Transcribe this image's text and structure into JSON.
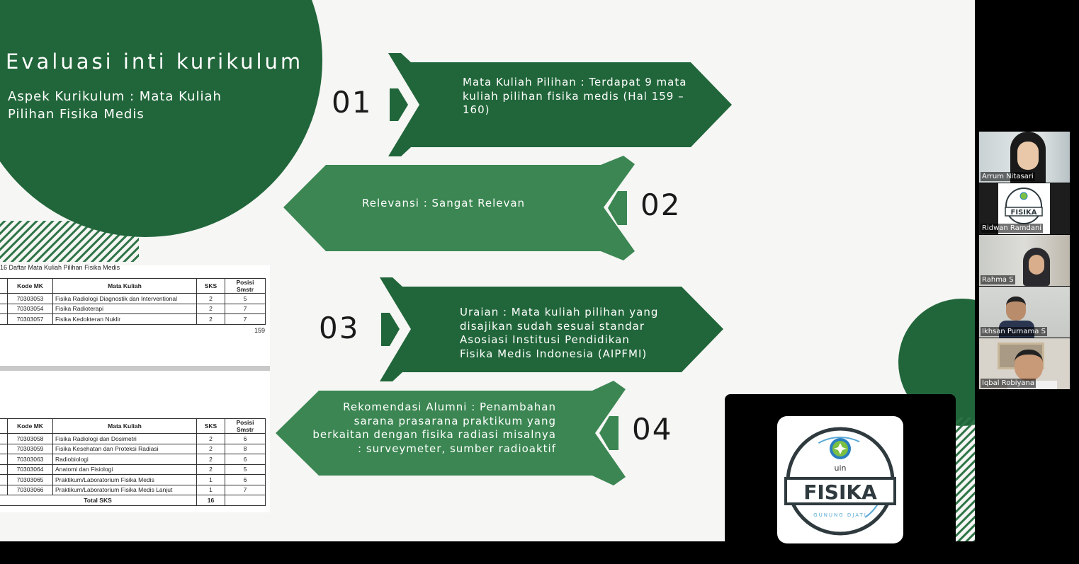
{
  "slide": {
    "title": "Evaluasi inti kurikulum",
    "subtitle": "Aspek Kurikulum : Mata Kuliah Pilihan Fisika Medis",
    "colors": {
      "dark_green": "#21663a",
      "light_green": "#3b8652"
    },
    "items": [
      {
        "number": "01",
        "text": "Mata Kuliah Pilihan : Terdapat 9 mata kuliah pilihan fisika medis (Hal 159 – 160)"
      },
      {
        "number": "02",
        "text": "Relevansi : Sangat Relevan"
      },
      {
        "number": "03",
        "text": "Uraian : Mata kuliah pilihan yang disajikan sudah sesuai standar Asosiasi Institusi Pendidikan Fisika Medis Indonesia (AIPFMI)"
      },
      {
        "number": "04",
        "text": "Rekomendasi Alumni : Penambahan sarana prasarana praktikum yang berkaitan dengan fisika radiasi misalnya : surveymeter, sumber radioaktif"
      }
    ]
  },
  "document": {
    "caption": "16 Daftar Mata Kuliah Pilihan Fisika Medis",
    "headers": [
      "Kode MK",
      "Mata Kuliah",
      "SKS",
      "Posisi Smstr"
    ],
    "table1": [
      [
        "70303053",
        "Fisika Radiologi Diagnostik dan Interventional",
        "2",
        "5"
      ],
      [
        "70303054",
        "Fisika Radioterapi",
        "2",
        "7"
      ],
      [
        "70303057",
        "Fisika Kedokteran Nuklir",
        "2",
        "7"
      ]
    ],
    "page_number": "159",
    "table2": [
      [
        "70303058",
        "Fisika Radiologi dan Dosimetri",
        "2",
        "6"
      ],
      [
        "70303059",
        "Fisika Kesehatan dan Proteksi Radiasi",
        "2",
        "8"
      ],
      [
        "70303063",
        "Radiobiologi",
        "2",
        "6"
      ],
      [
        "70303064",
        "Anatomi dan Fisiologi",
        "2",
        "5"
      ],
      [
        "70303065",
        "Praktikum/Laboratorium Fisika Medis",
        "1",
        "6"
      ],
      [
        "70303066",
        "Praktikum/Laboratorium Fisika Medis Lanjut",
        "1",
        "7"
      ]
    ],
    "total_label": "Total SKS",
    "total_value": "16"
  },
  "logo": {
    "main": "FISIKA",
    "small": "uin",
    "ring": "GUNUNG DJATI"
  },
  "participants": [
    {
      "name": "Arrum Nitasari"
    },
    {
      "name": "Ridwan Ramdani"
    },
    {
      "name": "Rahma S"
    },
    {
      "name": "Ikhsan Purnama S"
    },
    {
      "name": "Iqbal Robiyana"
    }
  ]
}
